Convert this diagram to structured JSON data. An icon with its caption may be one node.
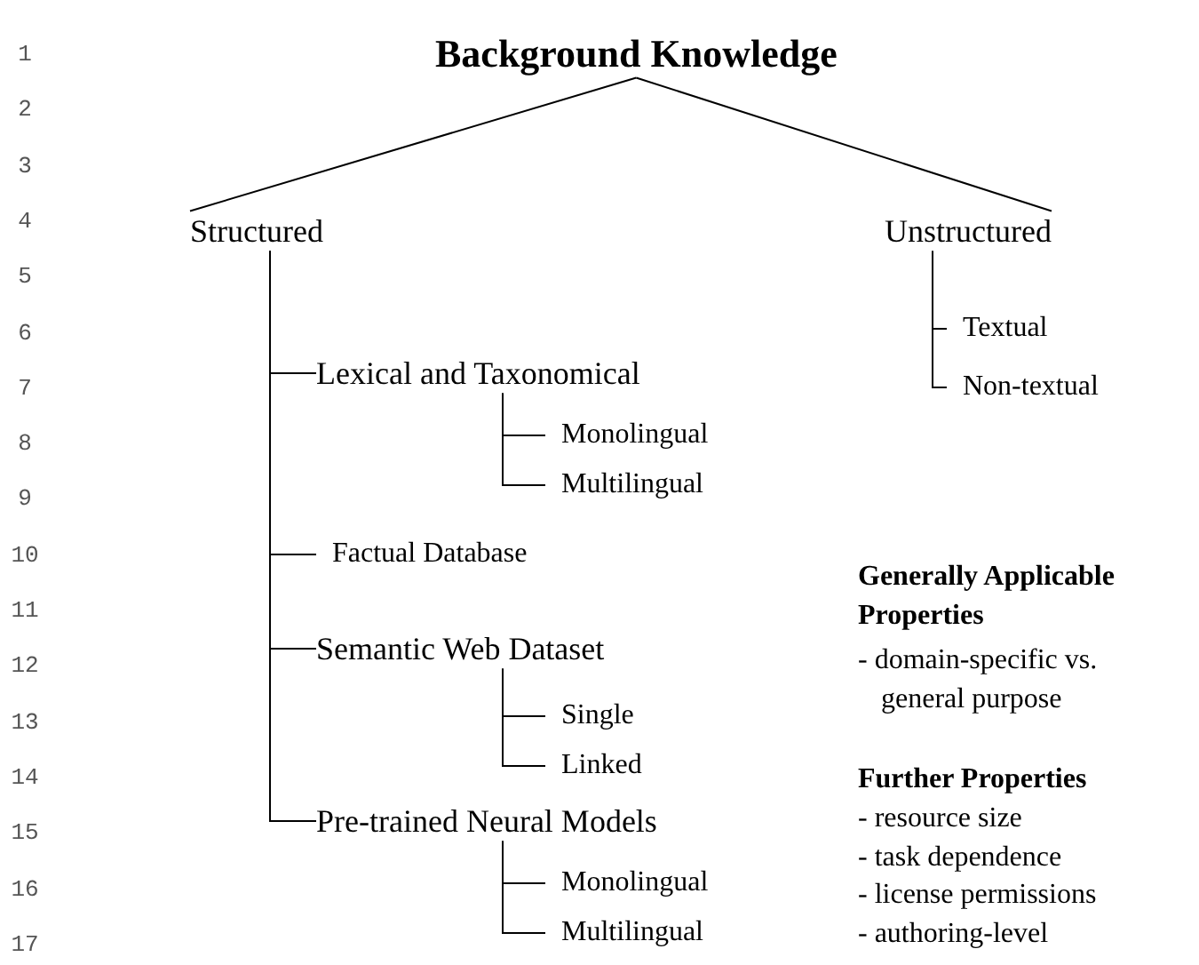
{
  "diagram": {
    "nodes": [
      {
        "text": [
          "Background Knowledge"
        ]
      },
      {
        "text": [
          "Structured"
        ]
      },
      {
        "text": [
          "Unstructured"
        ]
      },
      {
        "text": [
          "Textual"
        ]
      },
      {
        "text": [
          "Non-textual"
        ]
      },
      {
        "text": [
          "Lexical and Taxonomical"
        ]
      },
      {
        "text": [
          "Monolingual"
        ]
      },
      {
        "text": [
          "Multilingual"
        ]
      },
      {
        "text": [
          "Factual Database"
        ]
      },
      {
        "text": [
          "Semantic Web Dataset"
        ]
      },
      {
        "text": [
          "Single"
        ]
      },
      {
        "text": [
          "Linked"
        ]
      },
      {
        "text": [
          "Pre-trained Neural Models"
        ]
      },
      {
        "text": [
          "Monolingual"
        ]
      },
      {
        "text": [
          "Multilingual"
        ]
      }
    ],
    "edges": [
      {
        "from": 0,
        "to": 1,
        "arrow": "none"
      },
      {
        "from": 0,
        "to": 2,
        "arrow": "none"
      },
      {
        "from": 2,
        "to": 3,
        "arrow": "none"
      },
      {
        "from": 2,
        "to": 4,
        "arrow": "none"
      },
      {
        "from": 1,
        "to": 5,
        "arrow": "none"
      },
      {
        "from": 5,
        "to": 6,
        "arrow": "none"
      },
      {
        "from": 5,
        "to": 7,
        "arrow": "none"
      },
      {
        "from": 1,
        "to": 8,
        "arrow": "none"
      },
      {
        "from": 1,
        "to": 9,
        "arrow": "none"
      },
      {
        "from": 9,
        "to": 10,
        "arrow": "none"
      },
      {
        "from": 9,
        "to": 11,
        "arrow": "none"
      },
      {
        "from": 1,
        "to": 12,
        "arrow": "none"
      },
      {
        "from": 12,
        "to": 13,
        "arrow": "none"
      },
      {
        "from": 12,
        "to": 14,
        "arrow": "none"
      }
    ],
    "labels": [
      "1",
      "2",
      "3",
      "4",
      "5",
      "6",
      "7",
      "8",
      "9",
      "10",
      "11",
      "12",
      "13",
      "14",
      "15",
      "16",
      "17",
      "Generally Applicable Properties",
      "- domain-specific vs. general purpose",
      "Further Properties",
      "- resource size",
      "- task dependence",
      "- license permissions",
      "- authoring-level"
    ]
  }
}
